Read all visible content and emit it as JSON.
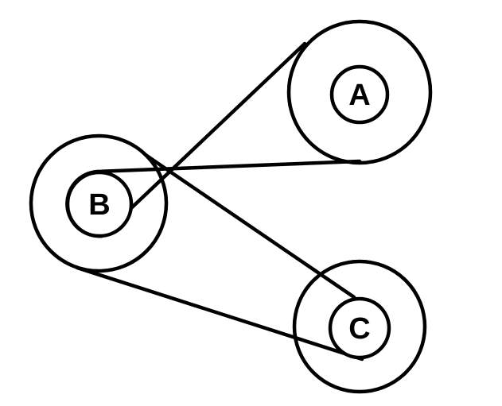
{
  "pulleys": [
    {
      "id": "A",
      "label": "A"
    },
    {
      "id": "B",
      "label": "B"
    },
    {
      "id": "C",
      "label": "C"
    }
  ],
  "belts": [
    {
      "id": "belt-a-b-crossed",
      "from": "A",
      "to": "B",
      "crossed": true
    },
    {
      "id": "belt-b-c-open",
      "from": "B",
      "to": "C",
      "crossed": false
    }
  ],
  "colors": {
    "stroke": "#000000",
    "background": "#ffffff"
  }
}
